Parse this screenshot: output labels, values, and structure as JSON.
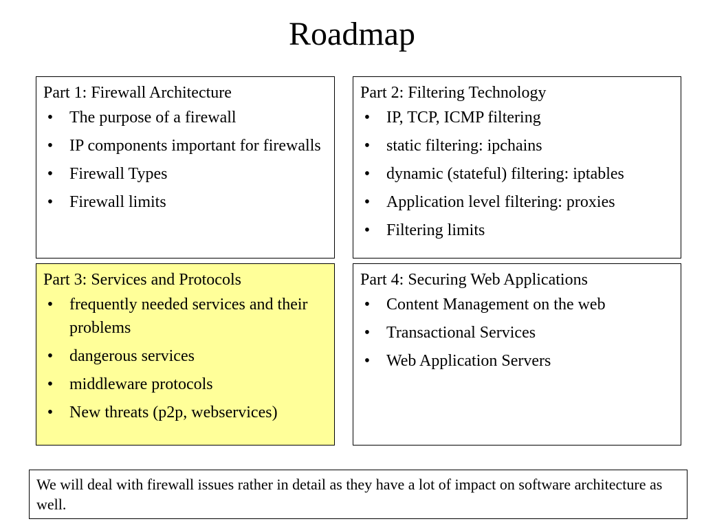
{
  "slide": {
    "title": "Roadmap"
  },
  "parts": [
    {
      "heading": "Part 1: Firewall Architecture",
      "items": [
        "The purpose of a firewall",
        "IP components important for firewalls",
        "Firewall Types",
        "Firewall limits"
      ]
    },
    {
      "heading": "Part 2: Filtering Technology",
      "items": [
        "IP, TCP, ICMP filtering",
        "static filtering: ipchains",
        "dynamic (stateful) filtering: iptables",
        "Application level filtering: proxies",
        "Filtering limits"
      ]
    },
    {
      "heading": "Part 3: Services and Protocols",
      "items": [
        "frequently needed services and their problems",
        "dangerous services",
        "middleware protocols",
        "New threats (p2p, webservices)"
      ],
      "highlight_color": "#ffff99"
    },
    {
      "heading": "Part 4: Securing Web Applications",
      "items": [
        "Content Management on the web",
        "Transactional Services",
        "Web Application Servers"
      ]
    }
  ],
  "bullet_glyph": "•",
  "note": "We will deal with firewall issues rather in detail as they have a lot of impact on software architecture as well."
}
